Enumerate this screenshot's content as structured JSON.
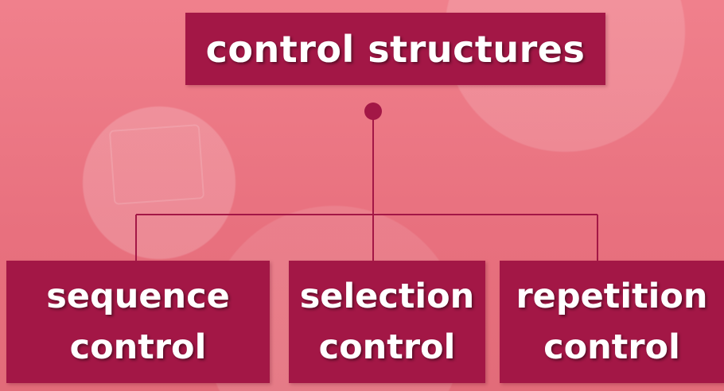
{
  "diagram": {
    "root": {
      "label": "control structures"
    },
    "children": [
      {
        "line1": "sequence",
        "line2": "control"
      },
      {
        "line1": "selection",
        "line2": "control"
      },
      {
        "line1": "repetition",
        "line2": "control"
      }
    ],
    "colors": {
      "box": "#a31746",
      "connector": "#a31746",
      "background": "#e9727f",
      "text": "#ffffff"
    }
  }
}
